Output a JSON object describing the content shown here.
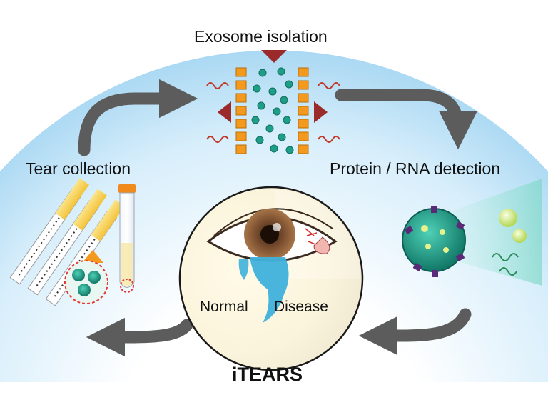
{
  "diagram": {
    "title": "iTEARS",
    "steps": {
      "top": "Exosome isolation",
      "left": "Tear collection",
      "right": "Protein / RNA detection"
    },
    "center": {
      "left_label": "Normal",
      "right_label": "Disease"
    }
  },
  "colors": {
    "sky_light": "#ffffff",
    "sky_mid": "#d7eefb",
    "sky_dark": "#8fcbee",
    "arrow": "#5c5c5c",
    "exosome_green": "#1f9e87",
    "membrane_orange": "#f39a1e",
    "iris_brown": "#6b4226",
    "tear_blue": "#3fb1dc",
    "marker_red": "#9b2a2a"
  },
  "icons": [
    "tear-strip-icon",
    "collection-tube-icon",
    "exosome-isolation-chip-icon",
    "exosome-particle-icon",
    "eye-icon",
    "tear-drop-icon",
    "cycle-arrow-icon"
  ]
}
